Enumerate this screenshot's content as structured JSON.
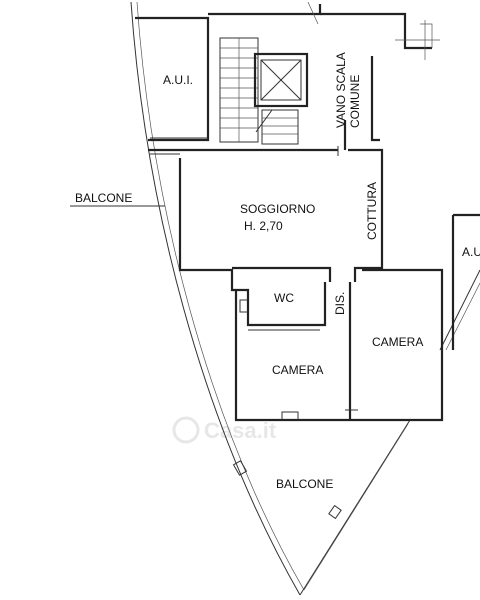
{
  "rooms": {
    "aui_top": "A.U.I.",
    "aui_right": "A.U.I.",
    "vano_scala_line1": "VANO SCALA",
    "vano_scala_line2": "COMUNE",
    "soggiorno": "SOGGIORNO",
    "soggiorno_height": "H. 2,70",
    "cottura": "COTTURA",
    "balcone_left": "BALCONE",
    "wc": "WC",
    "dis": "DIS.",
    "camera_right": "CAMERA",
    "camera_left": "CAMERA",
    "balcone_bottom": "BALCONE"
  },
  "watermark": "Casa.it",
  "colors": {
    "lines": "#222222",
    "background": "#ffffff"
  }
}
